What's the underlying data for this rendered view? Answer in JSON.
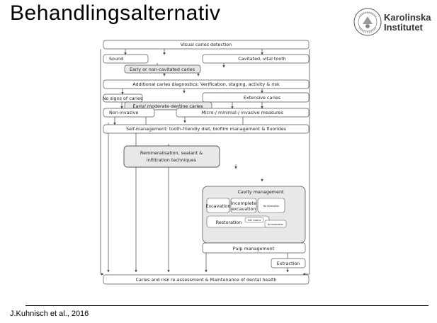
{
  "slide": {
    "title": "Behandlingsalternativ",
    "logo": {
      "line1": "Karolinska",
      "line2": "Institutet",
      "seal_text": "KAROLINSKA INSTITUTET ANNO 1810"
    },
    "citation": "J.Kuhnisch et al., 2016"
  },
  "flowchart": {
    "visual_detection": "Visual caries detection",
    "sound": "Sound",
    "cavitated": "Cavitated, vital tooth",
    "early_noncavitated": "Early or non-cavitated caries",
    "additional_diagnostics": "Additional caries diagnostics: Verification, staging, activity & risk",
    "no_signs": "No signs of caries",
    "extensive": "Extensive caries",
    "early_dentine": "Early/ moderate dentine caries",
    "non_invasive": "Non-invasive",
    "micro_minimal": "Micro-/ minimal-/ invasive measures",
    "self_management": "Self-management: tooth-friendly diet, biofilm management & fluorides",
    "remineralisation_1": "Remineralisation, sealant &",
    "remineralisation_2": "infiltration techniques",
    "cavity_management": "Cavity management",
    "excavation": "Excavation",
    "incomplete_1": "Incomplete",
    "incomplete_2": "excavation",
    "no_excavation": "No excavation",
    "restoration": "Restoration",
    "hall_crowns": "Hall crowns",
    "no_restoration": "No restoration",
    "pulp_management": "Pulp management",
    "extraction": "Extraction",
    "reassessment": "Caries and risk re-assessment & Maintenance of dental health"
  },
  "colors": {
    "box_stroke": "#555555",
    "box_fill": "#ffffff",
    "shaded_fill": "#e8e8e8",
    "arrow": "#444444"
  }
}
